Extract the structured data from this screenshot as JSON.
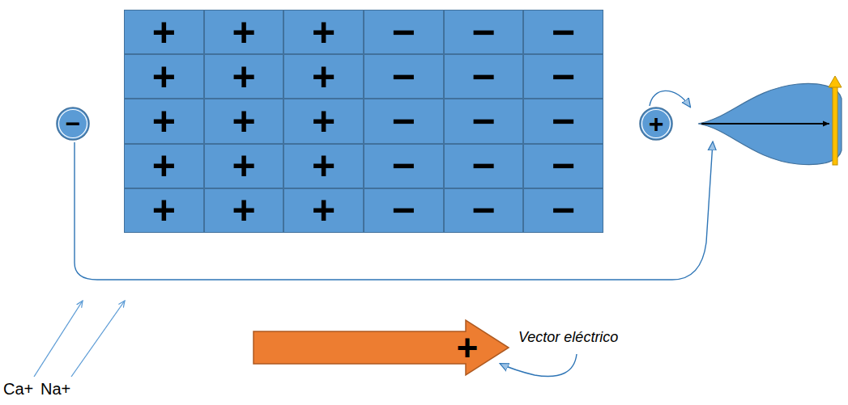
{
  "diagram": {
    "nodes": [
      {
        "text": [
          "+"
        ]
      },
      {
        "text": [
          "+"
        ]
      },
      {
        "text": [
          "+"
        ]
      },
      {
        "text": [
          "−"
        ]
      },
      {
        "text": [
          "−"
        ]
      },
      {
        "text": [
          "−"
        ]
      },
      {
        "text": [
          "+"
        ]
      },
      {
        "text": [
          "+"
        ]
      },
      {
        "text": [
          "+"
        ]
      },
      {
        "text": [
          "−"
        ]
      },
      {
        "text": [
          "−"
        ]
      },
      {
        "text": [
          "−"
        ]
      },
      {
        "text": [
          "+"
        ]
      },
      {
        "text": [
          "+"
        ]
      },
      {
        "text": [
          "+"
        ]
      },
      {
        "text": [
          "−"
        ]
      },
      {
        "text": [
          "−"
        ]
      },
      {
        "text": [
          "−"
        ]
      },
      {
        "text": [
          "+"
        ]
      },
      {
        "text": [
          "+"
        ]
      },
      {
        "text": [
          "+"
        ]
      },
      {
        "text": [
          "−"
        ]
      },
      {
        "text": [
          "−"
        ]
      },
      {
        "text": [
          "−"
        ]
      },
      {
        "text": [
          "+"
        ]
      },
      {
        "text": [
          "+"
        ]
      },
      {
        "text": [
          "+"
        ]
      },
      {
        "text": [
          "−"
        ]
      },
      {
        "text": [
          "−"
        ]
      },
      {
        "text": [
          "−"
        ]
      },
      {
        "text": [
          "−"
        ]
      },
      {
        "text": [
          "+"
        ]
      },
      {
        "text": [
          "+"
        ]
      }
    ],
    "labels": [
      "Vector eléctrico",
      "Ca+",
      "Na+"
    ]
  }
}
